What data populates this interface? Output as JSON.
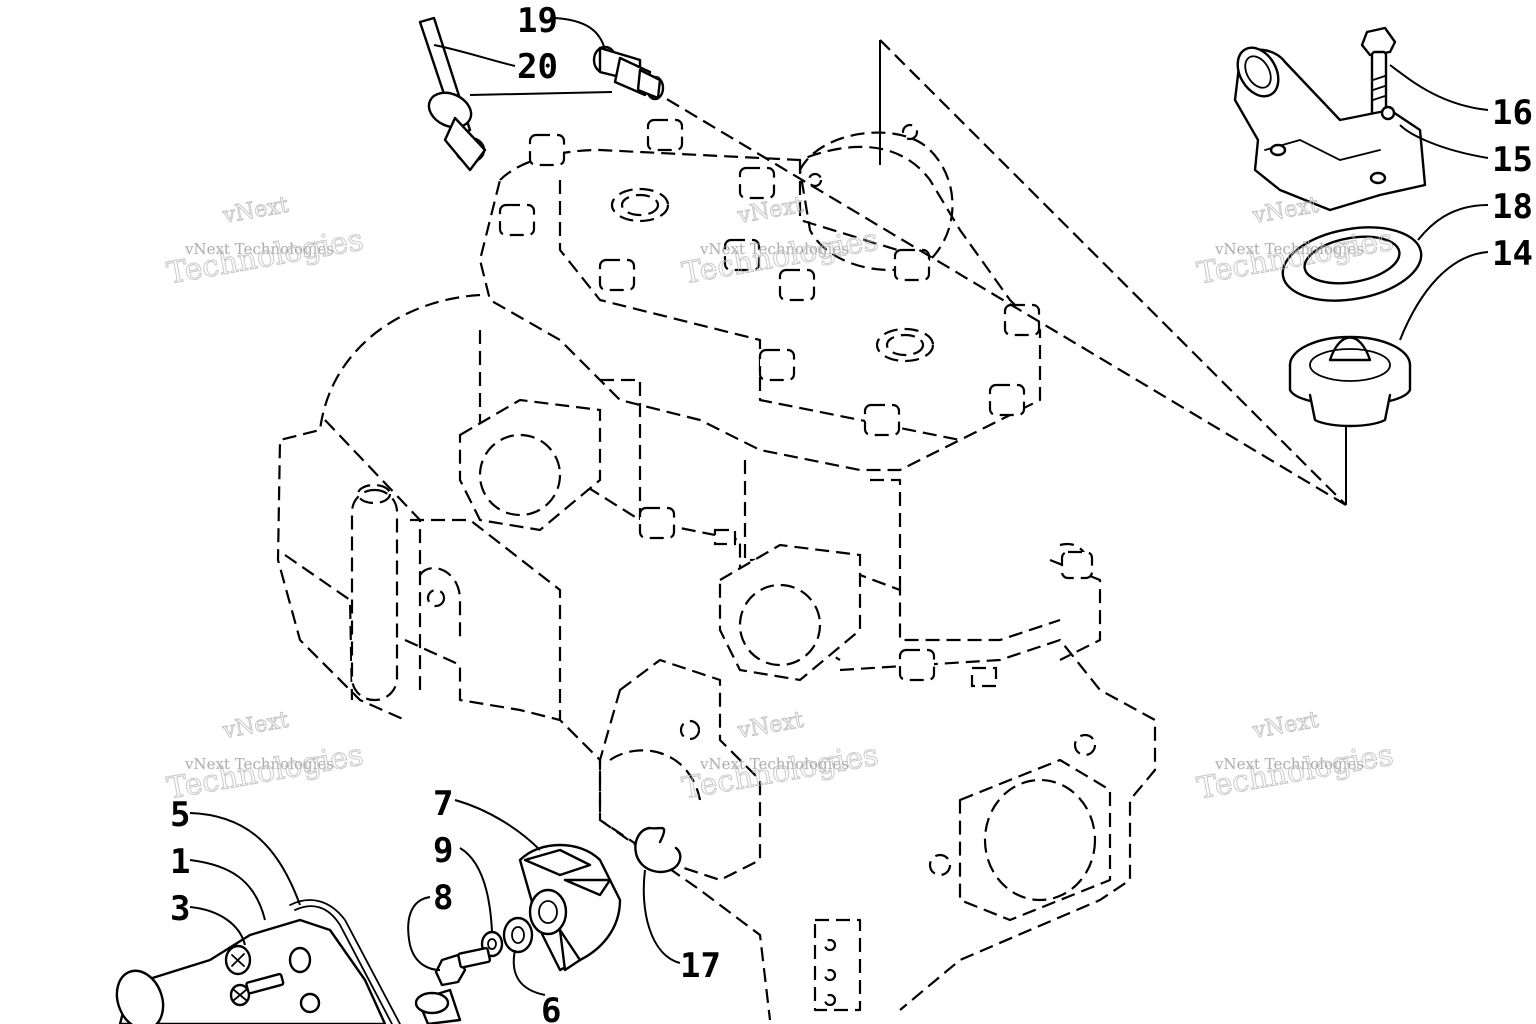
{
  "callouts": [
    {
      "id": "callout-19",
      "label": "19"
    },
    {
      "id": "callout-20",
      "label": "20"
    },
    {
      "id": "callout-16",
      "label": "16"
    },
    {
      "id": "callout-15",
      "label": "15"
    },
    {
      "id": "callout-18",
      "label": "18"
    },
    {
      "id": "callout-14",
      "label": "14"
    },
    {
      "id": "callout-5",
      "label": "5"
    },
    {
      "id": "callout-1",
      "label": "1"
    },
    {
      "id": "callout-3",
      "label": "3"
    },
    {
      "id": "callout-7",
      "label": "7"
    },
    {
      "id": "callout-9",
      "label": "9"
    },
    {
      "id": "callout-8",
      "label": "8"
    },
    {
      "id": "callout-6",
      "label": "6"
    },
    {
      "id": "callout-17",
      "label": "17"
    }
  ],
  "watermark": {
    "line1": "vNext",
    "line2": "vNext Technologies",
    "line3": "Technologies"
  }
}
